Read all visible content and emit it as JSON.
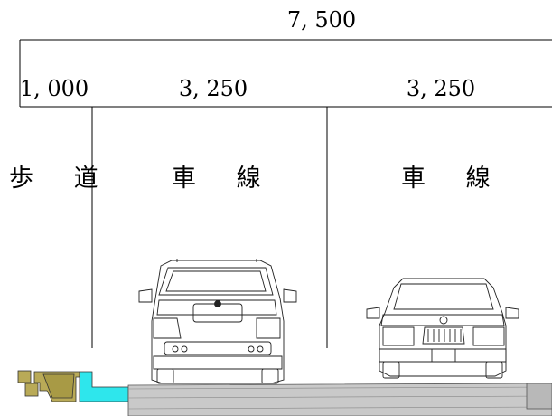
{
  "dimensions": {
    "total": "7, 500",
    "sidewalk": "1, 000",
    "lane_left": "3, 250",
    "lane_right": "3, 250"
  },
  "labels": {
    "sidewalk": "歩 道",
    "lane_left": "車 線",
    "lane_right": "車 線"
  },
  "colors": {
    "curb": "#b9aa57",
    "gutter": "#2ee6ec",
    "pavement": "#c9c9c9",
    "line": "#000000"
  }
}
